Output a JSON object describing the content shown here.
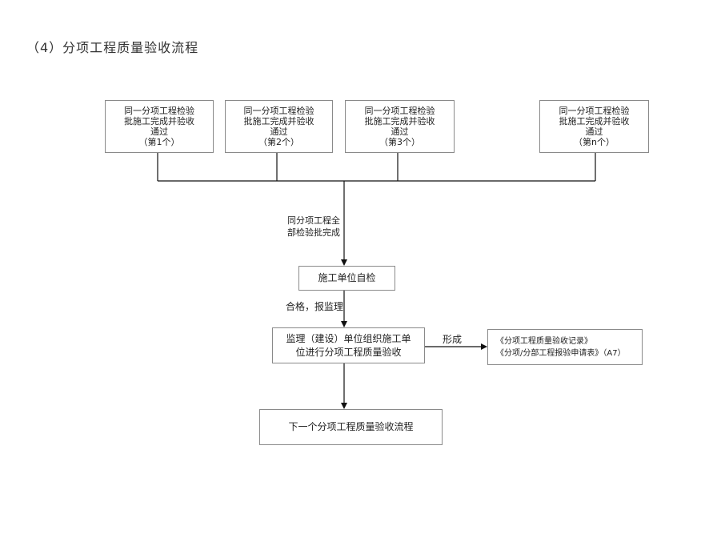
{
  "title": "（4）分项工程质量验收流程",
  "batches": [
    {
      "line1": "同一分项工程检验",
      "line2": "批施工完成并验收",
      "line3": "通过",
      "line4": "（第1个）"
    },
    {
      "line1": "同一分项工程检验",
      "line2": "批施工完成并验收",
      "line3": "通过",
      "line4": "（第2个）"
    },
    {
      "line1": "同一分项工程检验",
      "line2": "批施工完成并验收",
      "line3": "通过",
      "line4": "（第3个）"
    },
    {
      "line1": "同一分项工程检验",
      "line2": "批施工完成并验收",
      "line3": "通过",
      "line4": "（第n个）"
    }
  ],
  "label_all_complete": {
    "line1": "同分项工程全",
    "line2": "部检验批完成"
  },
  "self_check": "施工单位自检",
  "label_qualified": "合格，报监理",
  "supervision": {
    "line1": "监理（建设）单位组织施工单",
    "line2": "位进行分项工程质量验收"
  },
  "label_form": "形成",
  "records": {
    "line1": "《分项工程质量验收记录》",
    "line2": "《分项/分部工程报验申请表》（A7）"
  },
  "next_process": "下一个分项工程质量验收流程",
  "colors": {
    "line": "#111111",
    "box_border": "#8a8a8a"
  }
}
